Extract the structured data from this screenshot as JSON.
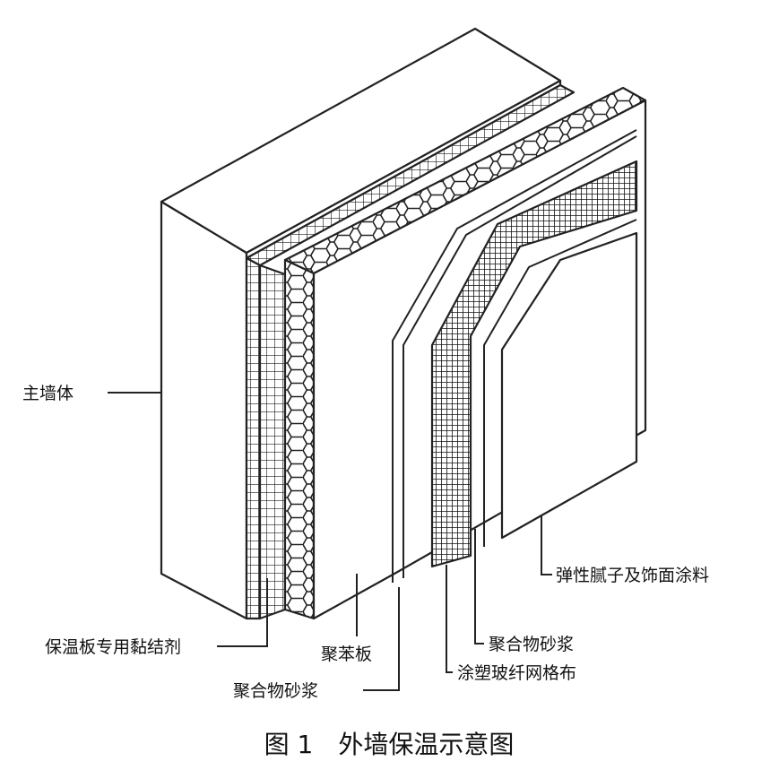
{
  "labels": {
    "main_wall": "主墙体",
    "adhesive": "保温板专用黏结剂",
    "eps_board": "聚苯板",
    "mortar_inner": "聚合物砂浆",
    "mesh": "涂塑玻纤网格布",
    "mortar_outer": "聚合物砂浆",
    "finish": "弹性腻子及饰面涂料"
  },
  "caption": "图 1　外墙保温示意图"
}
